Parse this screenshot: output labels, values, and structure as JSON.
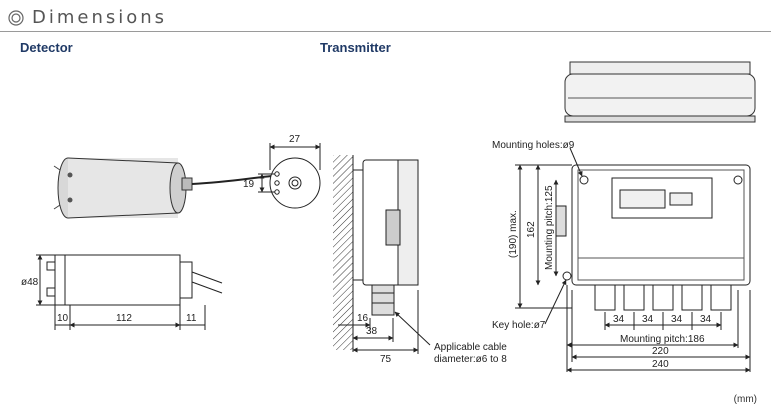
{
  "header": {
    "title": "Dimensions"
  },
  "sections": {
    "detector": "Detector",
    "transmitter": "Transmitter"
  },
  "detector_dims": {
    "diameter": "ø48",
    "left": "10",
    "mid": "112",
    "right": "11"
  },
  "face_dims": {
    "width": "27",
    "height": "19"
  },
  "side_dims": {
    "d16": "16",
    "d38": "38",
    "d75": "75",
    "cable_line1": "Applicable cable",
    "cable_line2": "diameter:ø6 to 8"
  },
  "front_dims": {
    "mounting_holes": "Mounting holes:ø9",
    "key_hole": "Key hole:ø7",
    "height_max": "(190) max.",
    "height": "162",
    "pitch_v": "Mounting pitch:125",
    "gland_pitch": [
      "34",
      "34",
      "34",
      "34"
    ],
    "pitch_h": "Mounting pitch:186",
    "w220": "220",
    "w240": "240"
  },
  "unit": "(mm)"
}
